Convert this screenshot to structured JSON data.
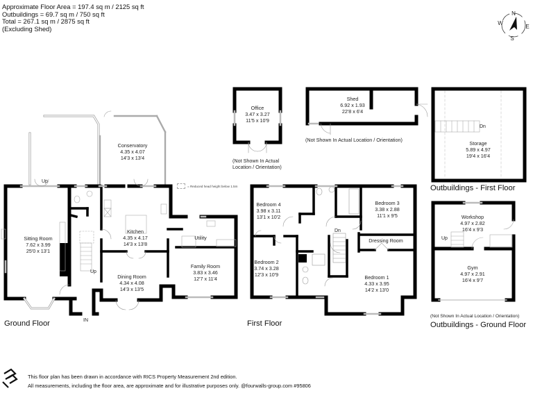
{
  "summary": {
    "floor_area": "Approximate Floor Area = 197.4 sq m / 2125 sq ft",
    "outbuildings": "Outbuildings = 69.7 sq m / 750 sq ft",
    "total": "Total = 267.1 sq m / 2875 sq ft",
    "excluding": "(Excluding Shed)"
  },
  "compass": {
    "n": "N",
    "e": "E",
    "s": "S",
    "w": "W"
  },
  "legend": {
    "text": "= Reduced head height below 1.5m"
  },
  "floors": {
    "ground": "Ground Floor",
    "first": "First Floor",
    "out_first": "Outbuildings - First Floor",
    "out_ground": "Outbuildings - Ground Floor"
  },
  "notes": {
    "office_line1": "(Not Shown In Actual",
    "office_line2": "Location / Orientation)",
    "shed": "(Not Shown In Actual Location / Orientation)",
    "outbuildings": "(Not Shown In Actual Location / Orientation)"
  },
  "stairs": {
    "gf_sitting_up": "Up",
    "gf_hall_up": "Up",
    "gf_in": "IN",
    "ff_dn": "Dn",
    "storage_dn": "Dn",
    "workshop_up": "Up"
  },
  "rooms": {
    "sitting_room": {
      "name": "Sitting Room",
      "metric": "7.62 x 3.99",
      "imperial": "25'0 x 13'1"
    },
    "conservatory": {
      "name": "Conservatory",
      "metric": "4.35 x 4.07",
      "imperial": "14'3 x 13'4"
    },
    "kitchen": {
      "name": "Kitchen",
      "metric": "4.35 x 4.17",
      "imperial": "14'3 x 13'8"
    },
    "dining_room": {
      "name": "Dining Room",
      "metric": "4.34 x 4.08",
      "imperial": "14'3 x 13'5"
    },
    "utility": {
      "name": "Utility"
    },
    "family_room": {
      "name": "Family Room",
      "metric": "3.83 x 3.46",
      "imperial": "12'7 x 11'4"
    },
    "office": {
      "name": "Office",
      "metric": "3.47 x 3.27",
      "imperial": "11'5 x 10'9"
    },
    "shed": {
      "name": "Shed",
      "metric": "6.92 x 1.93",
      "imperial": "22'8 x 6'4"
    },
    "bedroom_4": {
      "name": "Bedroom 4",
      "metric": "3.98 x 3.11",
      "imperial": "13'1 x 10'2"
    },
    "bedroom_3": {
      "name": "Bedroom 3",
      "metric": "3.38 x 2.88",
      "imperial": "11'1 x 9'5"
    },
    "bedroom_2": {
      "name": "Bedroom 2",
      "metric": "3.74 x 3.28",
      "imperial": "12'3 x 10'9"
    },
    "bedroom_1": {
      "name": "Bedroom 1",
      "metric": "4.33 x 3.95",
      "imperial": "14'2 x 13'0"
    },
    "dressing_room": {
      "name": "Dressing Room"
    },
    "storage": {
      "name": "Storage",
      "metric": "5.89 x 4.97",
      "imperial": "19'4 x 16'4"
    },
    "workshop": {
      "name": "Workshop",
      "metric": "4.97 x 2.82",
      "imperial": "16'4 x 9'3"
    },
    "gym": {
      "name": "Gym",
      "metric": "4.97 x 2.91",
      "imperial": "16'4 x 9'7"
    }
  },
  "footer": {
    "line1": "This floor plan has been drawn in accordance with RICS Property Measurement 2nd edition.",
    "line2": "All measurements, including the floor area, are approximate and for illustrative purposes only. @fourwalls-group.com #95806"
  },
  "colors": {
    "wall": "#000000",
    "window": "#d8d8d8",
    "fixture": "#bbbbbb",
    "text": "#111111"
  }
}
